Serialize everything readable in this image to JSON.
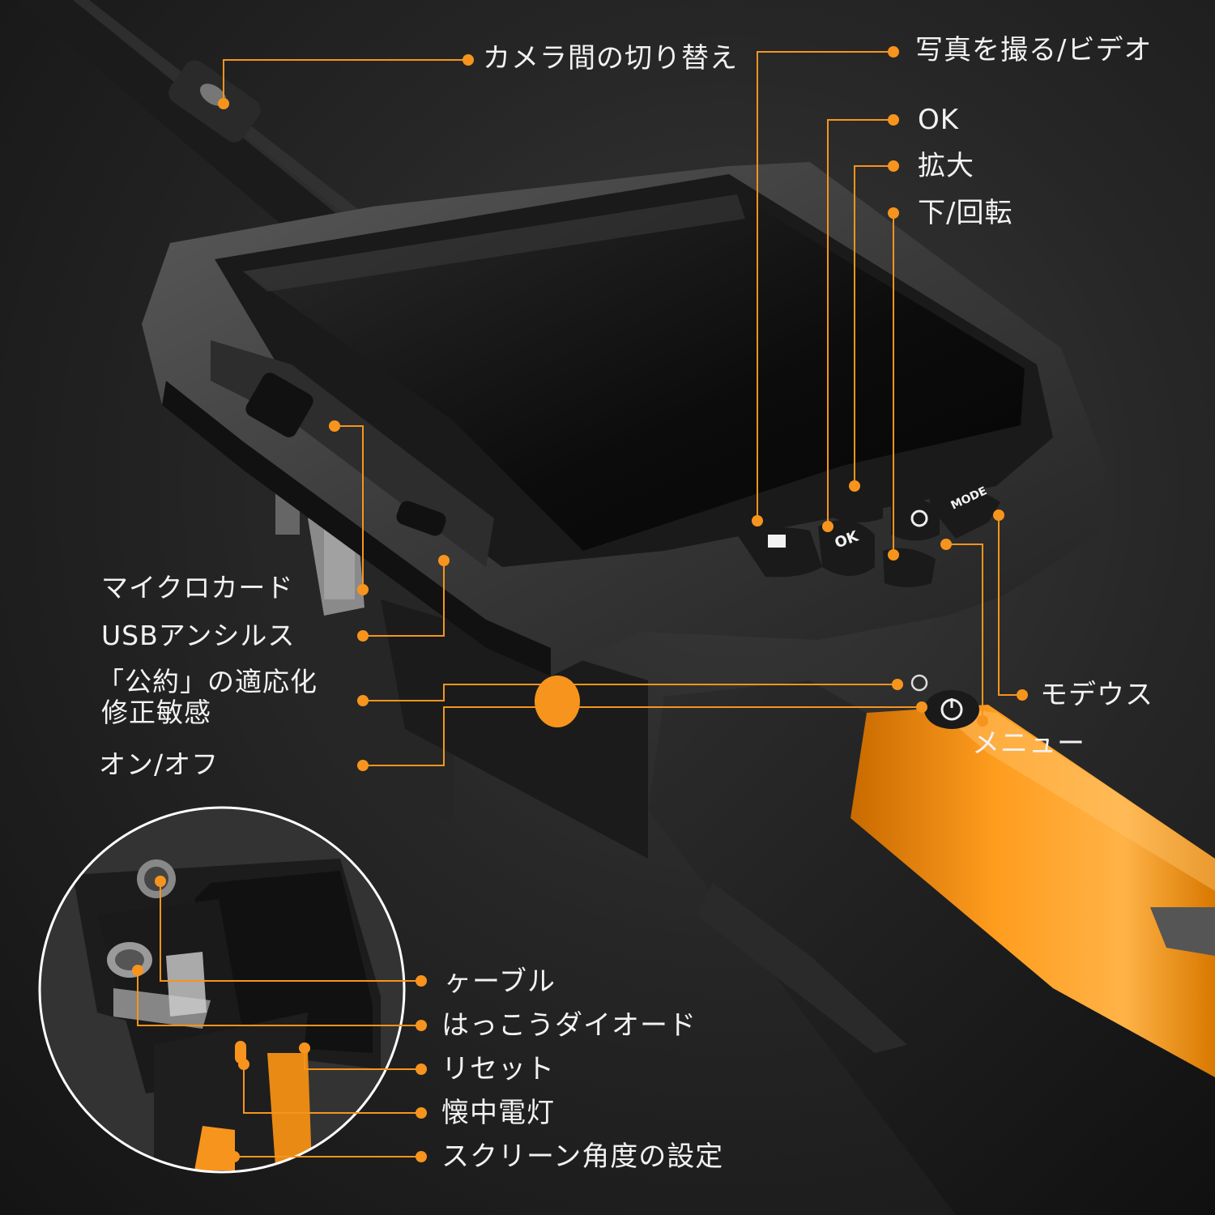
{
  "accent_color": "#f7941d",
  "callouts": {
    "camera_switch": "カメラ間の切り替え",
    "photo_video": "写真を撮る/ビデオ",
    "ok": "OK",
    "zoom": "拡大",
    "down_rotate": "下/回転",
    "micro_card": "マイクロカード",
    "usb": "USBアンシルス",
    "adaptive_line1": "「公約」の適応化",
    "adaptive_line2": "修正敏感",
    "on_off": "オン/オフ",
    "mode": "モデウス",
    "menu": "メニュー"
  },
  "inset_callouts": {
    "cable": "ヶーブル",
    "led": "はっこうダイオード",
    "reset": "リセット",
    "flashlight": "懐中電灯",
    "screen_angle": "スクリーン角度の設定"
  },
  "device_buttons": {
    "ok_key": "OK",
    "mode_key": "MODE"
  }
}
